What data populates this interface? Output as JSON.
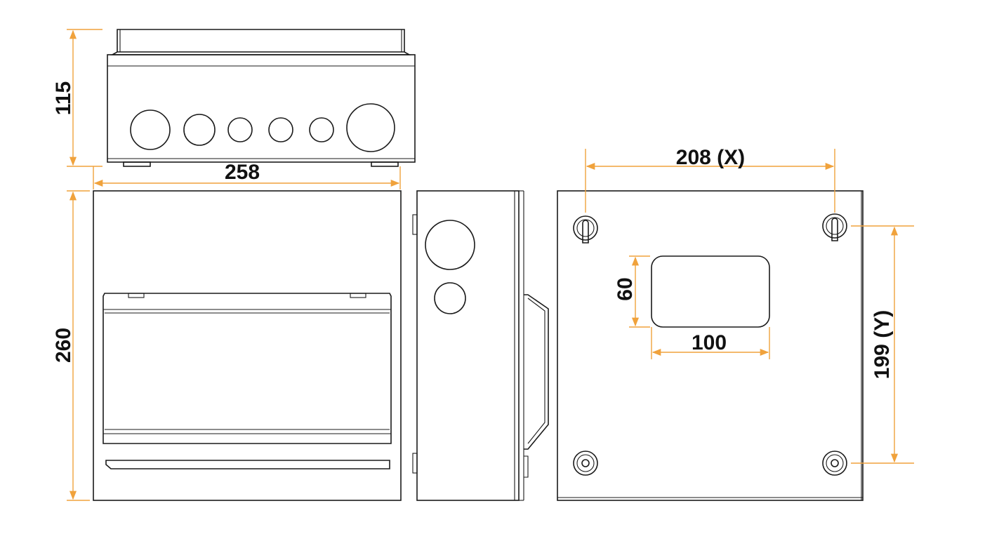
{
  "dimensions": {
    "top_height": "115",
    "width": "258",
    "front_height": "260",
    "mount_x": "208 (X)",
    "mount_y": "199 (Y)",
    "window_height": "60",
    "window_width": "100"
  },
  "colors": {
    "dimension_line": "#f0a23c",
    "outline": "#1a1a1a",
    "text": "#111111"
  }
}
